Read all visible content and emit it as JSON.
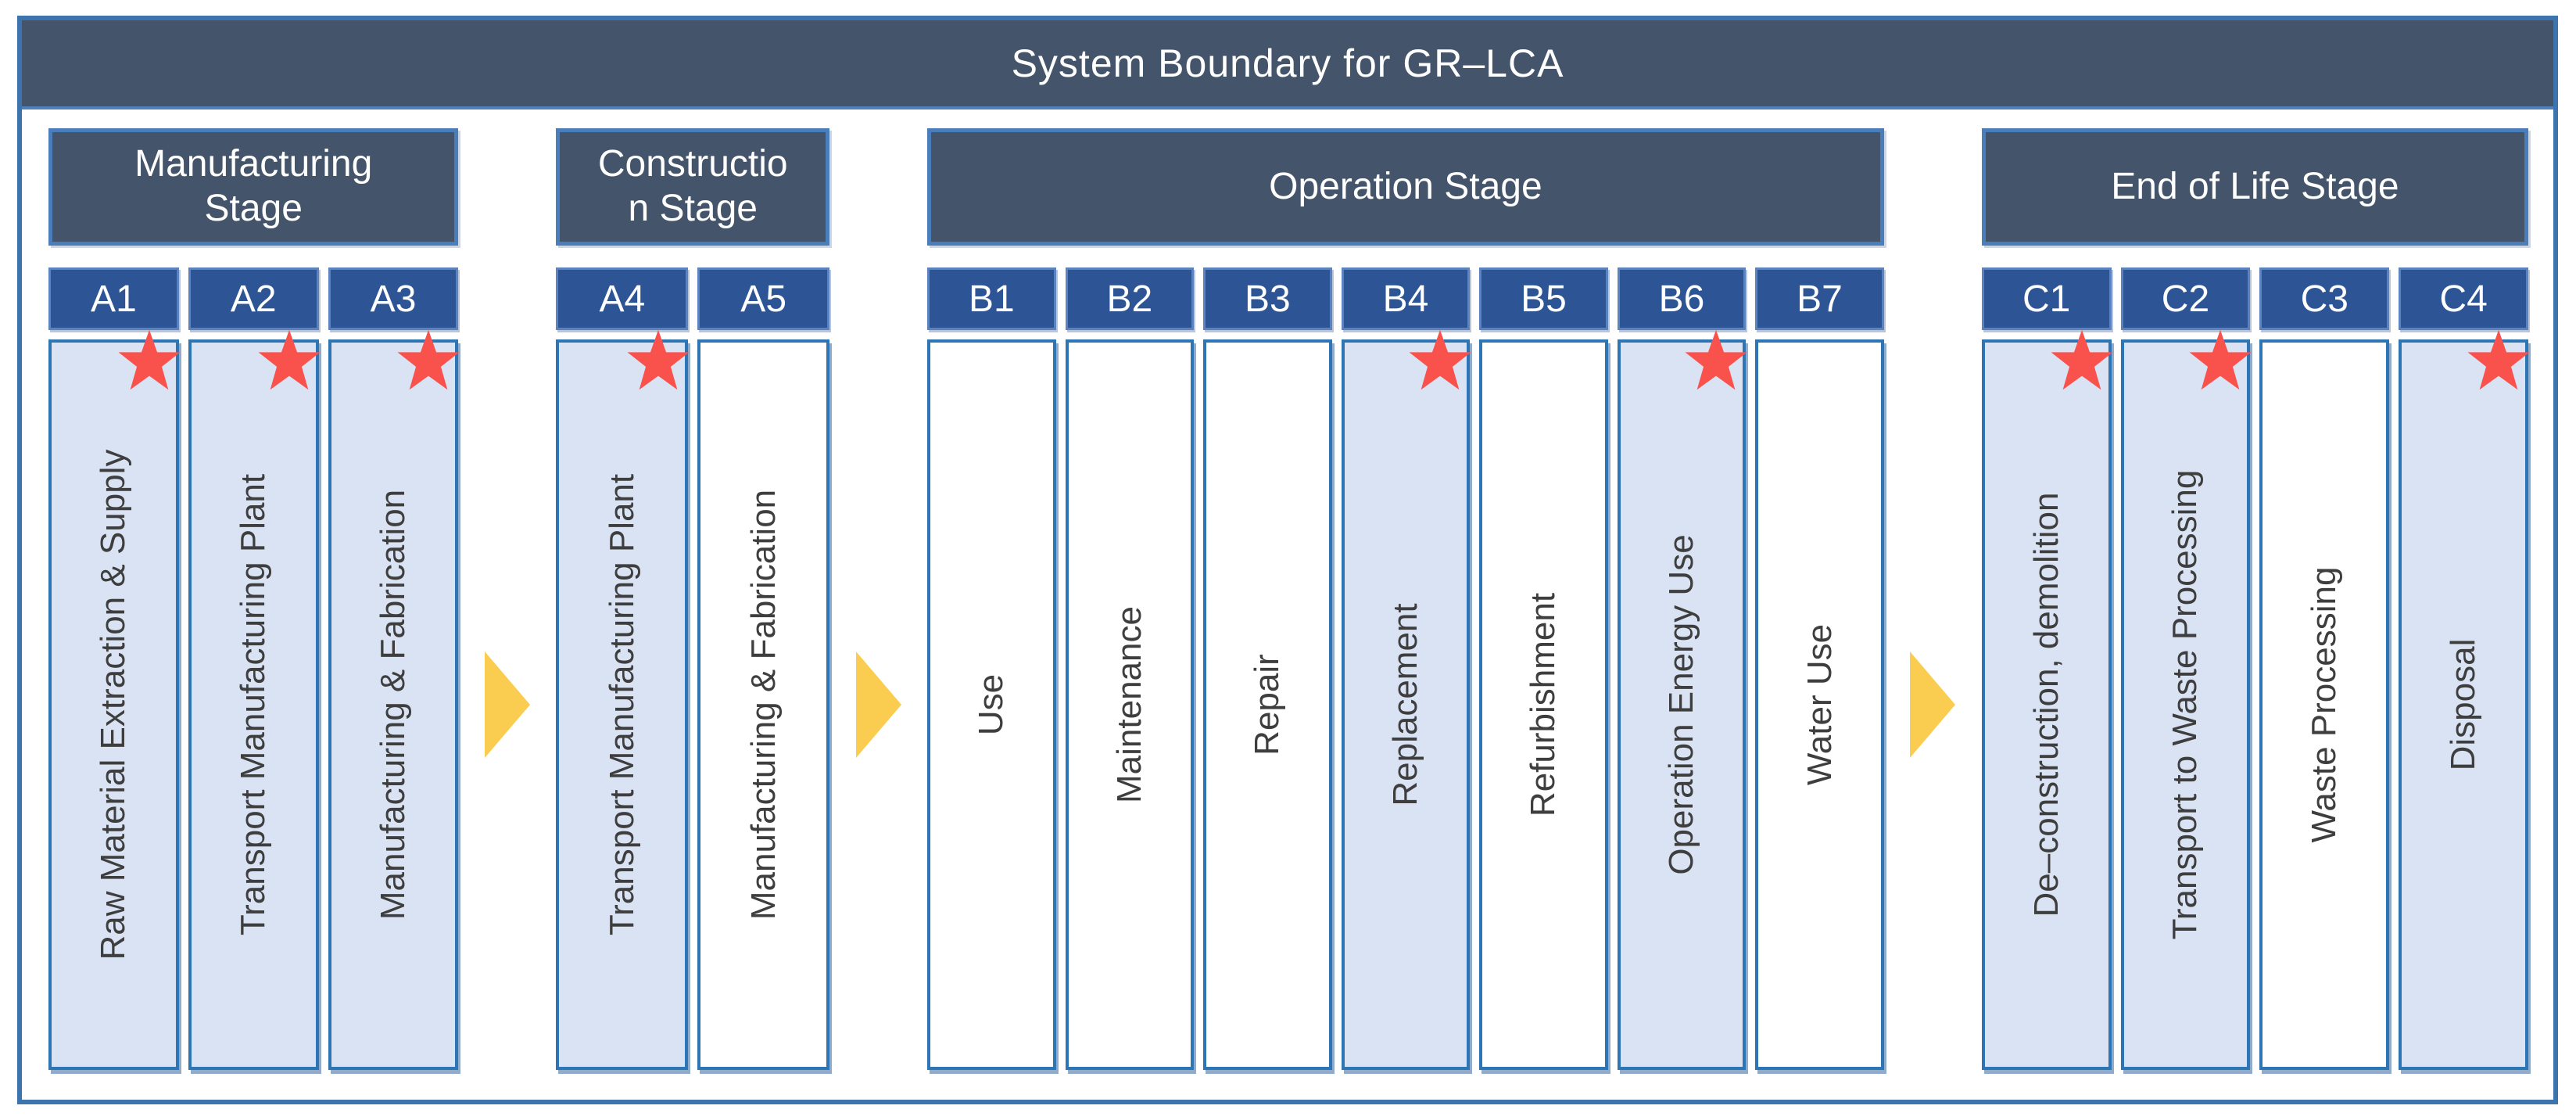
{
  "title": "System Boundary for GR–LCA",
  "colors": {
    "frame_border": "#3E74AD",
    "header_bg": "#44546A",
    "header_border": "#4A7EBB",
    "code_bg": "#2D5596",
    "cell_border": "#2E75B6",
    "cell_highlight_fill": "#DAE3F3",
    "cell_plain_fill": "#FFFFFF",
    "star_red": "#F9514B",
    "arrow_yellow": "#FACC4F",
    "label_text": "#3E3E3E"
  },
  "icons": {
    "stage_transition": "right-triangle-arrow",
    "included_marker": "five-point-star"
  },
  "stages": [
    {
      "id": "manufacturing",
      "label_lines": [
        "Manufacturing",
        "Stage"
      ],
      "units": [
        {
          "code": "A1",
          "label": "Raw Material Extraction & Supply",
          "flags": "highlighted starred"
        },
        {
          "code": "A2",
          "label": "Transport Manufacturing Plant",
          "flags": "highlighted starred"
        },
        {
          "code": "A3",
          "label": "Manufacturing & Fabrication",
          "flags": "highlighted starred"
        }
      ]
    },
    {
      "id": "construction",
      "label_lines": [
        "Constructio",
        "n Stage"
      ],
      "units": [
        {
          "code": "A4",
          "label": "Transport Manufacturing Plant",
          "flags": "highlighted starred"
        },
        {
          "code": "A5",
          "label": "Manufacturing & Fabrication",
          "flags": "plain"
        }
      ]
    },
    {
      "id": "operation",
      "label_lines": [
        "Operation Stage"
      ],
      "units": [
        {
          "code": "B1",
          "label": "Use",
          "flags": "plain"
        },
        {
          "code": "B2",
          "label": "Maintenance",
          "flags": "plain"
        },
        {
          "code": "B3",
          "label": "Repair",
          "flags": "plain"
        },
        {
          "code": "B4",
          "label": "Replacement",
          "flags": "highlighted starred"
        },
        {
          "code": "B5",
          "label": "Refurbishment",
          "flags": "plain"
        },
        {
          "code": "B6",
          "label": "Operation Energy Use",
          "flags": "highlighted starred"
        },
        {
          "code": "B7",
          "label": "Water Use",
          "flags": "plain"
        }
      ]
    },
    {
      "id": "end-of-life",
      "label_lines": [
        "End of Life Stage"
      ],
      "units": [
        {
          "code": "C1",
          "label": "De–construction, demolition",
          "flags": "highlighted starred"
        },
        {
          "code": "C2",
          "label": "Transport to Waste Processing",
          "flags": "highlighted starred"
        },
        {
          "code": "C3",
          "label": "Waste Processing",
          "flags": "plain"
        },
        {
          "code": "C4",
          "label": "Disposal",
          "flags": "highlighted starred"
        }
      ]
    }
  ]
}
